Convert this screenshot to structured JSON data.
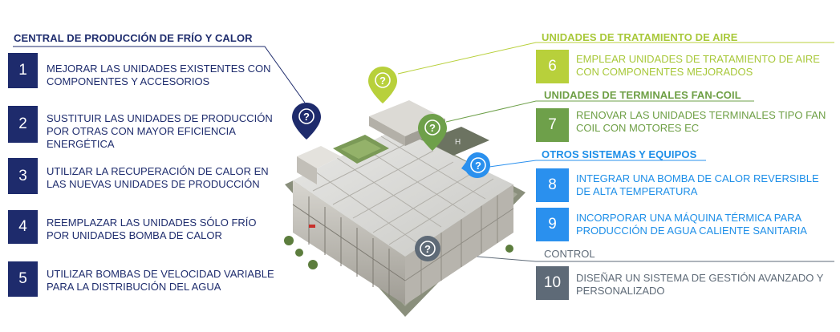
{
  "colors": {
    "navy": "#1e2b6c",
    "lime": "#b8d03b",
    "green": "#6ea04a",
    "blue": "#2a90ee",
    "grey": "#5e6a77"
  },
  "left": {
    "title": "CENTRAL DE PRODUCCIÓN DE FRÍO Y CALOR",
    "items": [
      {
        "num": "1",
        "text": "MEJORAR LAS UNIDADES EXISTENTES CON COMPONENTES Y ACCESORIOS"
      },
      {
        "num": "2",
        "text": "SUSTITUIR LAS UNIDADES DE PRODUCCIÓN POR OTRAS CON MAYOR EFICIENCIA ENERGÉTICA"
      },
      {
        "num": "3",
        "text": "UTILIZAR LA RECUPERACIÓN DE CALOR EN LAS NUEVAS UNIDADES DE PRODUCCIÓN"
      },
      {
        "num": "4",
        "text": "REEMPLAZAR LAS UNIDADES SÓLO FRÍO POR UNIDADES BOMBA DE CALOR"
      },
      {
        "num": "5",
        "text": "UTILIZAR BOMBAS DE VELOCIDAD VARIABLE PARA LA DISTRIBUCIÓN DEL AGUA"
      }
    ]
  },
  "right": {
    "air": {
      "title": "UNIDADES DE TRATAMIENTO DE AIRE",
      "num": "6",
      "text": "EMPLEAR UNIDADES DE TRATAMIENTO DE AIRE CON COMPONENTES MEJORADOS"
    },
    "fancoil": {
      "title": "UNIDADES DE TERMINALES FAN-COIL",
      "num": "7",
      "text": "RENOVAR LAS UNIDADES TERMINALES TIPO FAN COIL CON MOTORES EC"
    },
    "other": {
      "title": "OTROS SISTEMAS Y EQUIPOS",
      "items": [
        {
          "num": "8",
          "text": "INTEGRAR UNA BOMBA DE CALOR REVERSIBLE DE ALTA TEMPERATURA"
        },
        {
          "num": "9",
          "text": "INCORPORAR UNA MÁQUINA TÉRMICA PARA PRODUCCIÓN DE AGUA CALIENTE SANITARIA"
        }
      ]
    },
    "control": {
      "title": "CONTROL",
      "num": "10",
      "text": "DISEÑAR UN SISTEMA DE GESTIÓN AVANZADO Y PERSONALIZADO"
    }
  },
  "pins": [
    {
      "name": "navy-pin",
      "color": "#1e2b6c",
      "icon": "question-icon"
    },
    {
      "name": "lime-pin",
      "color": "#b8d03b",
      "icon": "question-icon"
    },
    {
      "name": "green-pin",
      "color": "#6ea04a",
      "icon": "question-icon"
    },
    {
      "name": "blue-pin",
      "color": "#2a90ee",
      "icon": "question-icon"
    },
    {
      "name": "grey-pin",
      "color": "#5e6a77",
      "icon": "question-icon"
    }
  ]
}
